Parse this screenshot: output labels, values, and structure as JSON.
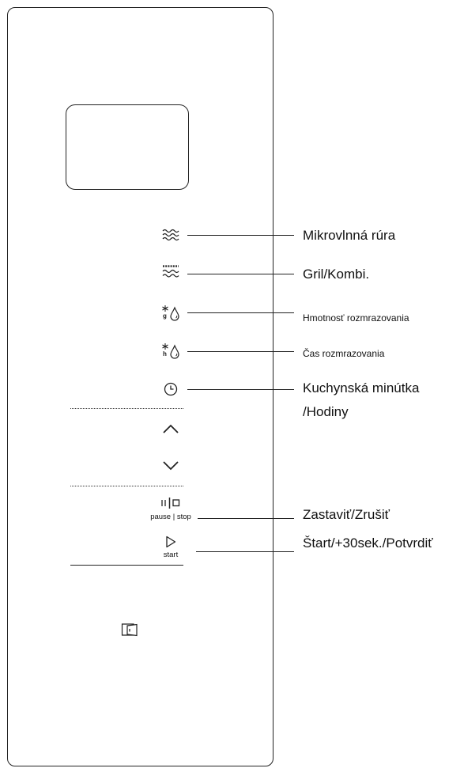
{
  "labels": {
    "microwave": "Mikrovlnná rúra",
    "grill_combi": "Gril/Kombi.",
    "defrost_weight": "Hmotnosť rozmrazovania",
    "defrost_time": "Čas rozmrazovania",
    "kitchen_timer_line1": "Kuchynská minútka",
    "kitchen_timer_line2": "/Hodiny",
    "stop_cancel": "Zastaviť/Zrušiť",
    "start_confirm": "Štart/+30sek./Potvrdiť"
  },
  "buttons": {
    "pause_stop_caption": "pause | stop",
    "start_caption": "start",
    "defrost_weight_subscript": "g",
    "defrost_time_subscript": "h"
  },
  "icons": {
    "microwave": "microwave-waves-icon",
    "grill": "grill-waves-icon",
    "defrost_weight": "defrost-weight-icon",
    "defrost_time": "defrost-time-icon",
    "clock": "clock-icon",
    "up": "chevron-up-icon",
    "down": "chevron-down-icon",
    "pause_stop": "pause-stop-icon",
    "start": "play-icon",
    "door": "door-open-icon"
  }
}
